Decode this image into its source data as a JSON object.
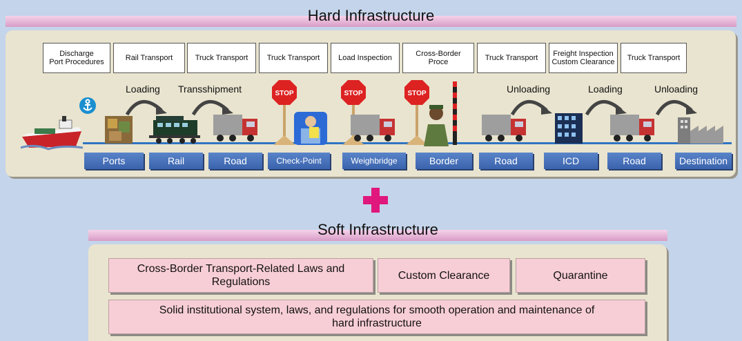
{
  "hard": {
    "title": "Hard Infrastructure",
    "documents": [
      "Discharge\nPort Procedures",
      "Rail Transport",
      "Truck Transport",
      "Truck Transport",
      "Load Inspection",
      "Cross-Border\nProce",
      "Truck Transport",
      "Freight Inspection\nCustom Clearance",
      "Truck Transport"
    ],
    "transfers": [
      "Loading",
      "Transshipment",
      "Unloading",
      "Loading",
      "Unloading"
    ],
    "nodes": [
      "Ports",
      "Rail",
      "Road",
      "Check-Point",
      "Weighbridge",
      "Border",
      "Road",
      "ICD",
      "Road",
      "Destination"
    ],
    "stop_sign": "STOP"
  },
  "plus_symbol": "+",
  "soft": {
    "title": "Soft Infrastructure",
    "boxes": [
      "Cross-Border Transport-Related Laws and Regulations",
      "Custom Clearance",
      "Quarantine",
      "Solid institutional system, laws, and regulations for smooth operation and maintenance of hard infrastructure"
    ]
  },
  "colors": {
    "background": "#c4d4ea",
    "panel": "#e9e4cf",
    "title_band": "#d79cc6",
    "node_blue": "#3a63ad",
    "plus": "#e0177d",
    "soft_box": "#f8ced6"
  }
}
